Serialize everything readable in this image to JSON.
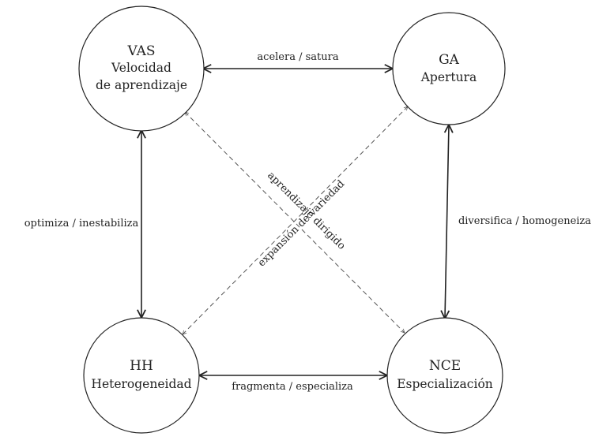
{
  "nodes": {
    "vas": {
      "abbr": "VAS",
      "line1": "Velocidad",
      "line2": "de aprendizaje"
    },
    "ga": {
      "abbr": "GA",
      "line1": "Apertura"
    },
    "hh": {
      "abbr": "HH",
      "line1": "Heterogeneidad"
    },
    "nce": {
      "abbr": "NCE",
      "line1": "Especialización"
    }
  },
  "edges": {
    "vas_ga": {
      "label": "acelera / satura"
    },
    "vas_hh": {
      "label": "optimiza / inestabiliza"
    },
    "ga_nce": {
      "label": "diversifica / homogeneiza"
    },
    "hh_nce": {
      "label": "fragmenta / especializa"
    },
    "vas_nce": {
      "label": "aprendizaje dirigido"
    },
    "hh_ga": {
      "label": "expansión de variedad"
    }
  },
  "colors": {
    "stroke": "#222222",
    "dashed": "#555555",
    "text": "#222222",
    "background": "#ffffff"
  }
}
